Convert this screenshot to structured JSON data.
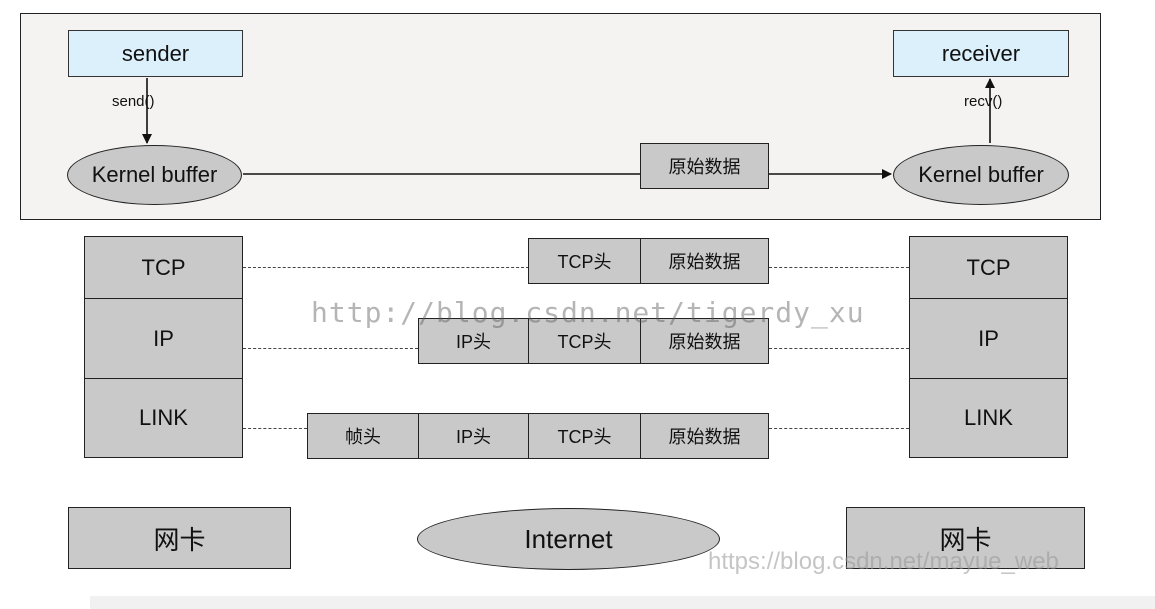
{
  "top": {
    "sender": "sender",
    "receiver": "receiver",
    "send_call": "send()",
    "recv_call": "recv()",
    "kernel_left": "Kernel buffer",
    "kernel_right": "Kernel buffer",
    "raw_data": "原始数据"
  },
  "stack_left": [
    "TCP",
    "IP",
    "LINK"
  ],
  "stack_right": [
    "TCP",
    "IP",
    "LINK"
  ],
  "packets": {
    "tcp_row": [
      "TCP头",
      "原始数据"
    ],
    "ip_row": [
      "IP头",
      "TCP头",
      "原始数据"
    ],
    "link_row": [
      "帧头",
      "IP头",
      "TCP头",
      "原始数据"
    ]
  },
  "bottom": {
    "nic_left": "网卡",
    "internet": "Internet",
    "nic_right": "网卡"
  },
  "watermarks": {
    "center": "http://blog.csdn.net/tigerdy_xu",
    "corner": "https://blog.csdn.net/mayue_web"
  }
}
